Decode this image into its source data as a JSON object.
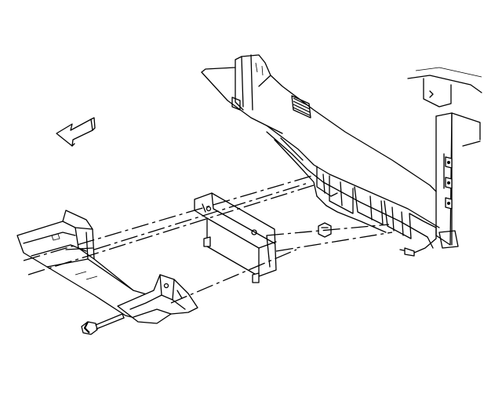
{
  "figure": {
    "background": "#ffffff",
    "line_color": "#000000",
    "parts": [
      {
        "name": "front-direction-arrow",
        "icon": "arrow-left-icon"
      },
      {
        "name": "vehicle-frame-rail",
        "icon": "frame-rail-icon"
      },
      {
        "name": "body-side-panel",
        "icon": "body-panel-icon"
      },
      {
        "name": "skid-plate",
        "icon": "skid-plate-icon"
      },
      {
        "name": "mounting-bracket",
        "icon": "bracket-icon"
      },
      {
        "name": "transfer-case-shield",
        "icon": "shield-icon"
      },
      {
        "name": "retaining-nut",
        "icon": "nut-icon"
      },
      {
        "name": "mounting-bolt",
        "icon": "bolt-icon"
      }
    ]
  }
}
